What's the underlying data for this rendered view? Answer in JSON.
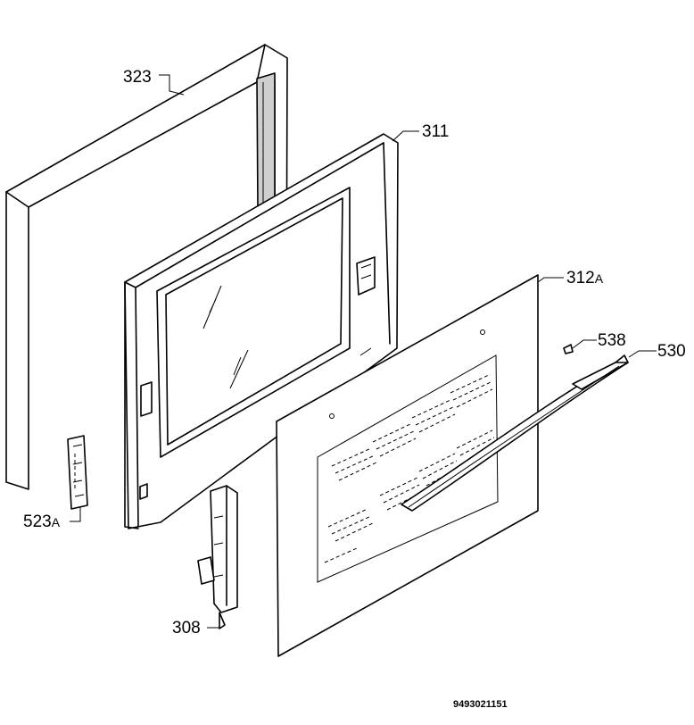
{
  "labels": {
    "p323": "323",
    "p311": "311",
    "p312": "312",
    "p312_suffix": "A",
    "p538": "538",
    "p530": "530",
    "p523": "523",
    "p523_suffix": "A",
    "p308": "308"
  },
  "document_number": "9493021151"
}
